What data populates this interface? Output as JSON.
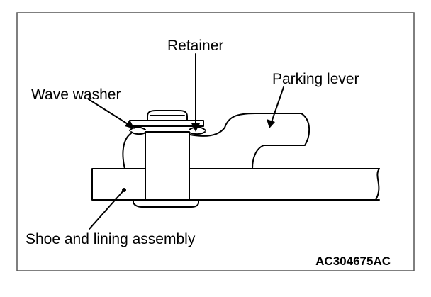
{
  "figure": {
    "labels": {
      "retainer": "Retainer",
      "parking_lever": "Parking lever",
      "wave_washer": "Wave washer",
      "shoe_and_lining": "Shoe and lining assembly"
    },
    "figure_code": "AC304675AC",
    "colors": {
      "ink": "#000000",
      "paper": "#ffffff",
      "border": "#555555"
    }
  }
}
